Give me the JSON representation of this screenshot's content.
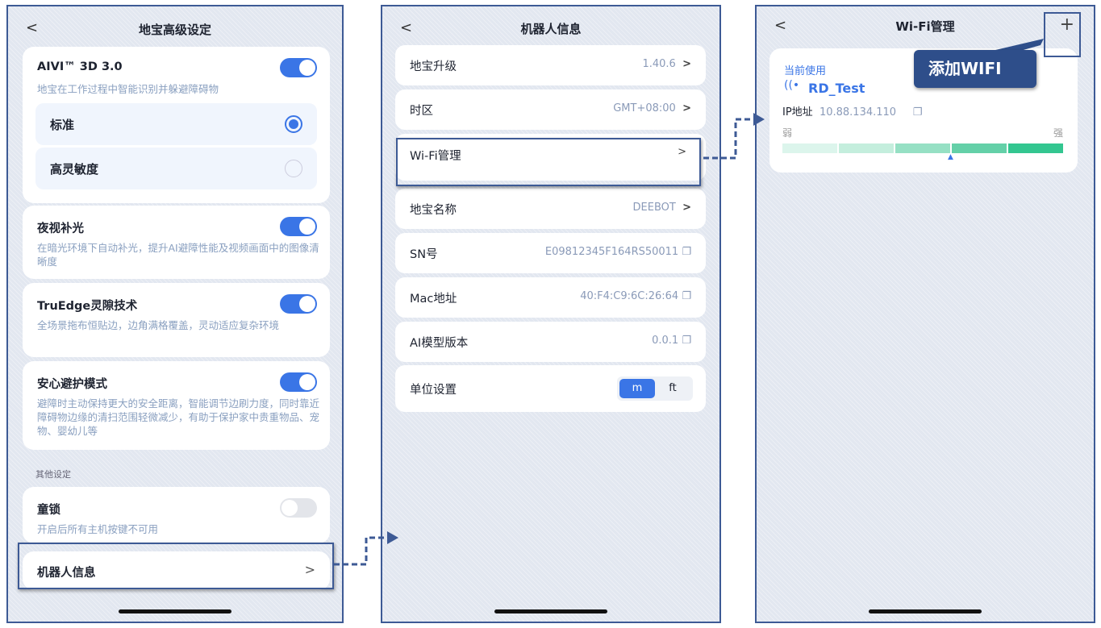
{
  "panel1": {
    "title": "地宝高级设定",
    "aivi": {
      "title": "AIVI™ 3D 3.0",
      "desc": "地宝在工作过程中智能识别并躲避障碍物",
      "options": [
        "标准",
        "高灵敏度"
      ],
      "selected": 0,
      "on": true
    },
    "night": {
      "title": "夜视补光",
      "desc": "在暗光环境下自动补光，提升AI避障性能及视频画面中的图像清晰度",
      "on": true
    },
    "truedge": {
      "title": "TruEdge灵隙技术",
      "desc": "全场景拖布恒贴边，边角满格覆盖，灵动适应复杂环境",
      "on": true
    },
    "safe": {
      "title": "安心避护模式",
      "desc": "避障时主动保持更大的安全距离，智能调节边刷力度，同时靠近障碍物边缘的清扫范围轻微减少，有助于保护家中贵重物品、宠物、婴幼儿等",
      "on": true
    },
    "section": "其他设定",
    "childlock": {
      "title": "童锁",
      "desc": "开启后所有主机按键不可用",
      "on": false
    },
    "robot_info": "机器人信息"
  },
  "panel2": {
    "title": "机器人信息",
    "rows": [
      {
        "label": "地宝升级",
        "value": "1.40.6"
      },
      {
        "label": "时区",
        "value": "GMT+08:00"
      },
      {
        "label": "Wi-Fi管理",
        "value": ""
      },
      {
        "label": "地宝名称",
        "value": "DEEBOT"
      },
      {
        "label": "SN号",
        "value": "E09812345F164RS50011"
      },
      {
        "label": "Mac地址",
        "value": "40:F4:C9:6C:26:64"
      },
      {
        "label": "AI模型版本",
        "value": "0.0.1"
      }
    ],
    "unit": {
      "label": "单位设置",
      "options": [
        "m",
        "ft"
      ],
      "selected": "m"
    }
  },
  "panel3": {
    "title": "Wi-Fi管理",
    "current": "当前使用",
    "ssid": "RD_Test",
    "ip_label": "IP地址",
    "ip": "10.88.134.110",
    "weak": "弱",
    "strong": "强",
    "signal_level": 0.6,
    "callout": "添加WIFI"
  }
}
